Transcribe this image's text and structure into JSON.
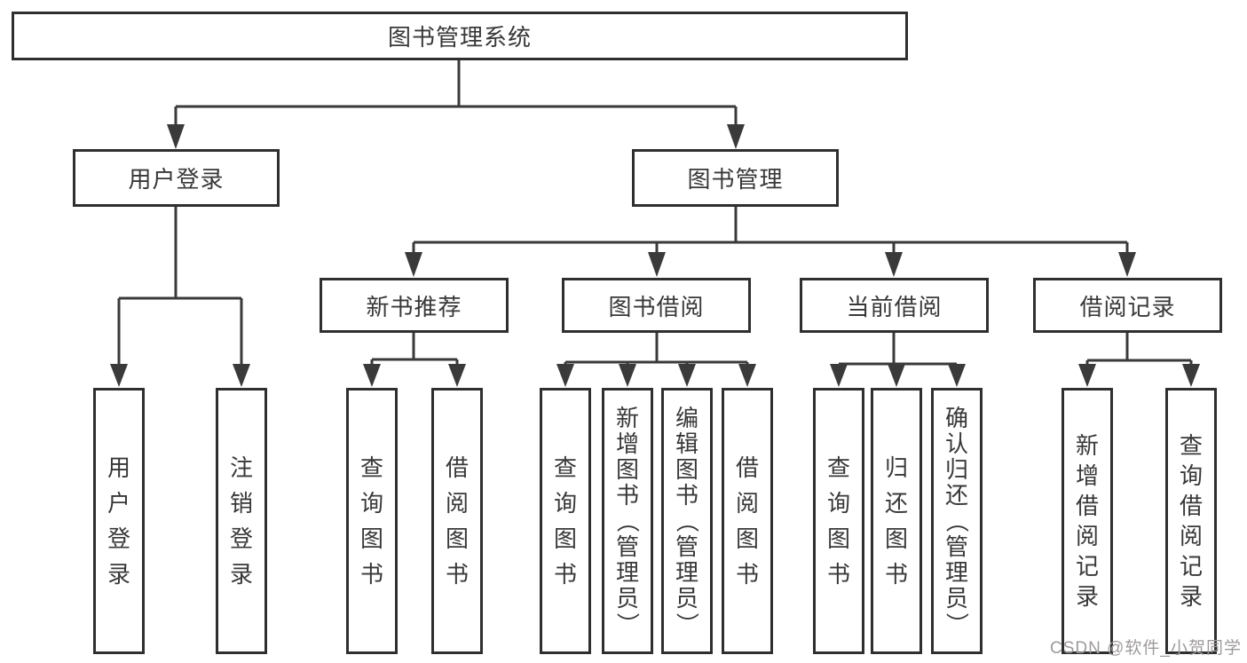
{
  "nodes": {
    "root": "图书管理系统",
    "user_login": "用户登录",
    "book_mgmt": "图书管理",
    "new_book_rec": "新书推荐",
    "book_borrow": "图书借阅",
    "current_borrow": "当前借阅",
    "borrow_record": "借阅记录",
    "ul_user_login": "用户登录",
    "ul_logout": "注销登录",
    "nbr_query_books": "查询图书",
    "nbr_borrow_books": "借阅图书",
    "bb_query_books": "查询图书",
    "bb_add_books": "新增图书（管理员）",
    "bb_edit_books": "编辑图书（管理员）",
    "bb_borrow_books": "借阅图书",
    "cb_query_books": "查询图书",
    "cb_return_books": "归还图书",
    "cb_confirm_return": "确认归还（管理员）",
    "br_add_record": "新增借阅记录",
    "br_query_record": "查询借阅记录"
  },
  "structure": {
    "root": [
      "user_login",
      "book_mgmt"
    ],
    "user_login": [
      "ul_user_login",
      "ul_logout"
    ],
    "book_mgmt": [
      "new_book_rec",
      "book_borrow",
      "current_borrow",
      "borrow_record"
    ],
    "new_book_rec": [
      "nbr_query_books",
      "nbr_borrow_books"
    ],
    "book_borrow": [
      "bb_query_books",
      "bb_add_books",
      "bb_edit_books",
      "bb_borrow_books"
    ],
    "current_borrow": [
      "cb_query_books",
      "cb_return_books",
      "cb_confirm_return"
    ],
    "borrow_record": [
      "br_add_record",
      "br_query_record"
    ]
  },
  "watermark": {
    "text": "CSDN @软件_小贺同学",
    "color": "#9e9a9a"
  },
  "colors": {
    "line": "#3a3a3a",
    "border": "#2f2f2f",
    "text": "#383838",
    "background": "#ffffff"
  }
}
